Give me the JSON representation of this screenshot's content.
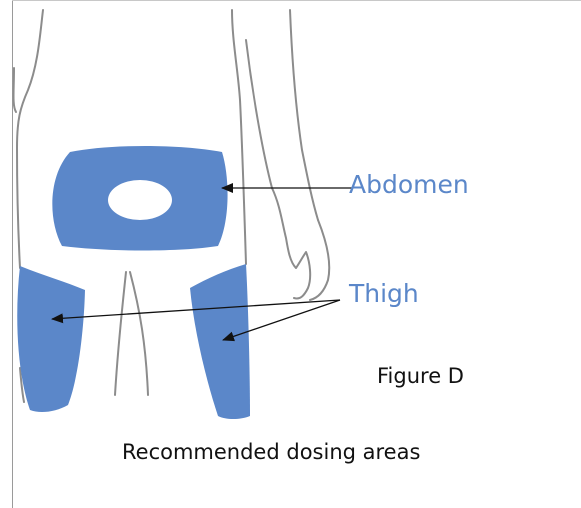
{
  "labels": {
    "abdomen": "Abdomen",
    "thigh": "Thigh",
    "figure": "Figure D",
    "caption": "Recommended dosing areas"
  },
  "colors": {
    "dosing_area": "#5b87c9",
    "label_text": "#5b87c9",
    "body_outline": "#8c8c8c",
    "arrow": "#111111",
    "caption_text": "#111111"
  }
}
